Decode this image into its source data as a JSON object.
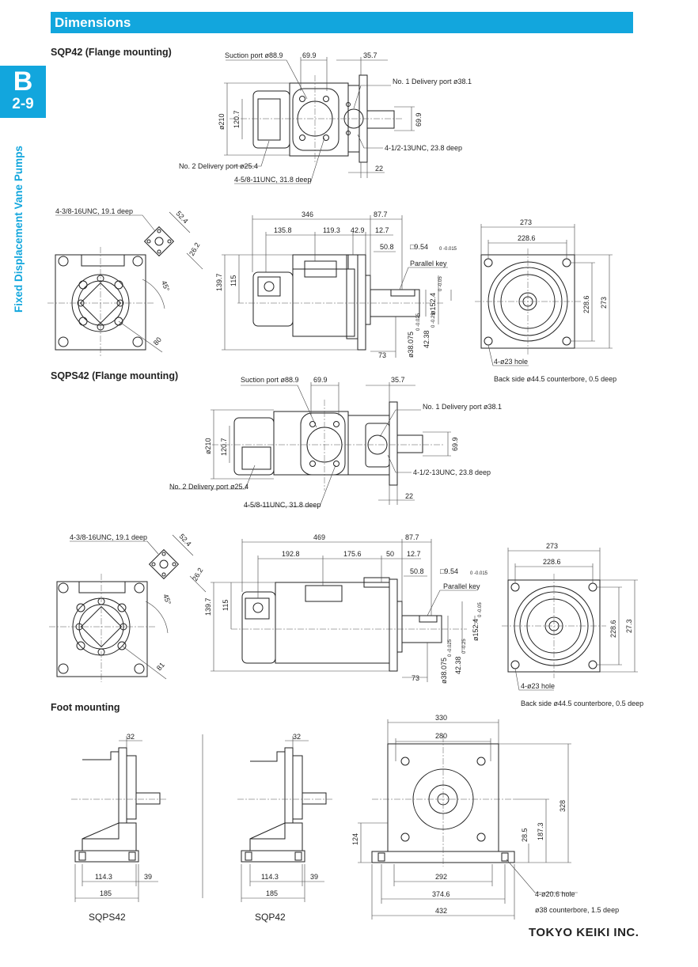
{
  "header": {
    "title": "Dimensions"
  },
  "side_tab": {
    "letter": "B",
    "page": "2-9",
    "category": "Fixed Displacement Vane Pumps"
  },
  "sections": {
    "sqp42_flange": "SQP42 (Flange mounting)",
    "sqps42_flange": "SQPS42 (Flange mounting)",
    "foot": "Foot mounting"
  },
  "sqp42_top": {
    "suction": "Suction port ø88.9",
    "d_69_9": "69.9",
    "d_35_7": "35.7",
    "delivery1": "No. 1 Delivery port ø38.1",
    "d_210": "ø210",
    "d_120_7": "120.7",
    "d_69_9_v": "69.9",
    "unc_half": "4-1/2-13UNC, 23.8 deep",
    "delivery2": "No. 2 Delivery port ø25.4",
    "unc_58": "4-5/8-11UNC, 31.8 deep",
    "d_22": "22"
  },
  "sqp42_front": {
    "unc_38": "4-3/8-16UNC, 19.1 deep",
    "d_52_4": "52.4",
    "d_26_2": "26.2",
    "angle": "45°",
    "d_80": "80"
  },
  "sqp42_side": {
    "d_346": "346",
    "d_87_7": "87.7",
    "d_135_8": "135.8",
    "d_119_3": "119.3",
    "d_42_9": "42.9",
    "d_12_7": "12.7",
    "d_50_8": "50.8",
    "key_sq": "□9.54",
    "key_tol": "0 -0.015",
    "parallel_key": "Parallel key",
    "d_139_7": "139.7",
    "d_115": "115",
    "d_152_4": "ø152.4",
    "tol_152": "0 -0.05",
    "d_38_075": "ø38.075",
    "tol_38": "0 -0.025",
    "d_42_38": "42.38",
    "tol_42": "0 -0.25",
    "d_73": "73"
  },
  "sqp42_end": {
    "d_273": "273",
    "d_228_6": "228.6",
    "d_228_6_v": "228.6",
    "d_273_v": "273",
    "hole": "4-ø23 hole",
    "counterbore": "Back side ø44.5 counterbore, 0.5 deep"
  },
  "sqps42_top": {
    "suction": "Suction port ø88.9",
    "d_69_9": "69.9",
    "d_35_7": "35.7",
    "delivery1": "No. 1 Delivery port ø38.1",
    "d_210": "ø210",
    "d_120_7": "120.7",
    "d_69_9_v": "69.9",
    "unc_half": "4-1/2-13UNC, 23.8 deep",
    "delivery2": "No. 2 Delivery port ø25.4",
    "unc_58": "4-5/8-11UNC, 31.8 deep",
    "d_22": "22"
  },
  "sqps42_front": {
    "unc_38": "4-3/8-16UNC, 19.1 deep",
    "d_52_4": "52.4",
    "d_26_2": "26.2",
    "angle": "45°",
    "d_81": "81"
  },
  "sqps42_side": {
    "d_469": "469",
    "d_87_7": "87.7",
    "d_192_8": "192.8",
    "d_175_6": "175.6",
    "d_50": "50",
    "d_12_7": "12.7",
    "d_50_8": "50.8",
    "key_sq": "□9.54",
    "key_tol": "0 -0.015",
    "parallel_key": "Parallel key",
    "d_139_7": "139.7",
    "d_115": "115",
    "d_152_4": "ø152.4",
    "tol_152": "0 -0.05",
    "d_38_075": "ø38.075",
    "tol_38": "0 -0.025",
    "d_42_38": "42.38",
    "tol_42": "0 -0.25",
    "d_73": "73"
  },
  "sqps42_end": {
    "d_273": "273",
    "d_228_6": "228.6",
    "d_228_6_v": "228.6",
    "d_273_v": "27.3",
    "hole": "4-ø23 hole",
    "counterbore": "Back side ø44.5 counterbore, 0.5 deep"
  },
  "foot": {
    "sqps42": {
      "d_32": "32",
      "d_114_3": "114.3",
      "d_39": "39",
      "d_185": "185",
      "caption": "SQPS42"
    },
    "sqp42": {
      "d_32": "32",
      "d_114_3": "114.3",
      "d_39": "39",
      "d_185": "185",
      "caption": "SQP42"
    },
    "front": {
      "d_330": "330",
      "d_280": "280",
      "d_328": "328",
      "d_187_3": "187.3",
      "d_28_5": "28.5",
      "d_124": "124",
      "d_292": "292",
      "d_374_6": "374.6",
      "d_432": "432",
      "hole": "4-ø20.6 hole",
      "counterbore": "ø38 counterbore, 1.5 deep"
    }
  },
  "footer": {
    "brand": "TOKYO KEIKI INC."
  }
}
